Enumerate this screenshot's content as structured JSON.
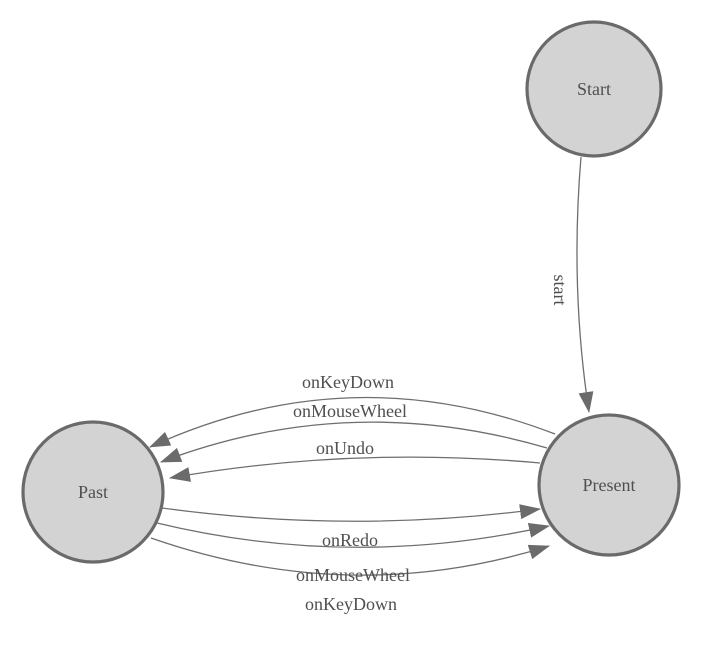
{
  "diagram": {
    "type": "state-machine",
    "nodes": [
      {
        "id": "start",
        "label": "Start"
      },
      {
        "id": "past",
        "label": "Past"
      },
      {
        "id": "present",
        "label": "Present"
      }
    ],
    "edges": [
      {
        "from": "Start",
        "to": "Present",
        "label": "start"
      },
      {
        "from": "Present",
        "to": "Past",
        "label": "onKeyDown"
      },
      {
        "from": "Present",
        "to": "Past",
        "label": "onMouseWheel"
      },
      {
        "from": "Present",
        "to": "Past",
        "label": "onUndo"
      },
      {
        "from": "Past",
        "to": "Present",
        "label": "onRedo"
      },
      {
        "from": "Past",
        "to": "Present",
        "label": "onMouseWheel"
      },
      {
        "from": "Past",
        "to": "Present",
        "label": "onKeyDown"
      }
    ],
    "colors": {
      "node_fill": "#d3d3d3",
      "node_stroke": "#6a6a6a",
      "edge_stroke": "#6e6e6e",
      "arrowhead_fill": "#6b6b6b",
      "label_text": "#4f4f4f",
      "background": "#ffffff"
    }
  }
}
